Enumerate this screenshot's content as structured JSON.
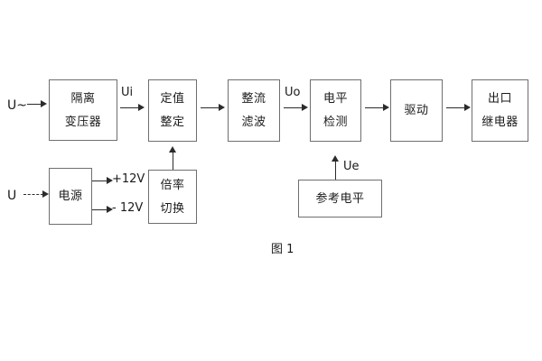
{
  "figure": {
    "caption": "图 1",
    "colors": {
      "box_border": "#6f6f6f",
      "arrow": "#2b2b2b",
      "text": "#1a1a1a",
      "background": "#ffffff"
    }
  },
  "blocks": {
    "isolation_transformer": {
      "line1": "隔离",
      "line2": "变压器"
    },
    "setting_value": {
      "line1": "定值",
      "line2": "整定"
    },
    "rectify_filter": {
      "line1": "整流",
      "line2": "滤波"
    },
    "level_detect": {
      "line1": "电平",
      "line2": "检测"
    },
    "drive": {
      "line1": "驱动"
    },
    "output_relay": {
      "line1": "出口",
      "line2": "继电器"
    },
    "power_supply": {
      "line1": "电源"
    },
    "ratio_switch": {
      "line1": "倍率",
      "line2": "切换"
    },
    "reference_level": {
      "line1": "参考电平"
    }
  },
  "signals": {
    "input_ac": "U~",
    "input_dc": "U",
    "ui": "Ui",
    "uo": "Uo",
    "ue": "Ue",
    "supply_positive": "+12V",
    "supply_negative": "- 12V"
  }
}
